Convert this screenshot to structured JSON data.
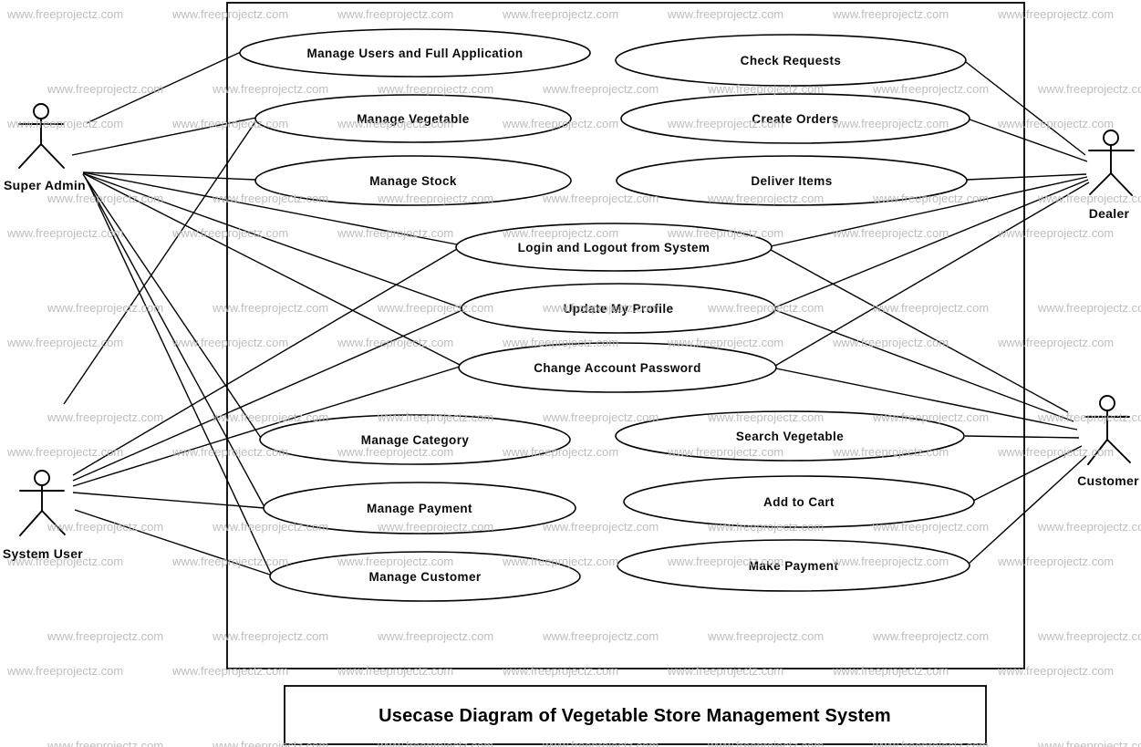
{
  "diagram_title": "Usecase Diagram of Vegetable Store Management System",
  "watermark": {
    "text": "www.freeprojectz.com",
    "color": "#b9b9b9"
  },
  "colors": {
    "line": "#000000",
    "background": "#ffffff",
    "text": "#0a0a0a"
  },
  "actors": [
    {
      "id": "super-admin",
      "label": "Super Admin"
    },
    {
      "id": "system-user",
      "label": "System User"
    },
    {
      "id": "dealer",
      "label": "Dealer"
    },
    {
      "id": "customer",
      "label": "Customer"
    }
  ],
  "usecases": [
    {
      "id": "manage-users",
      "label": "Manage Users and Full Application"
    },
    {
      "id": "manage-vegetable",
      "label": "Manage Vegetable"
    },
    {
      "id": "manage-stock",
      "label": "Manage Stock"
    },
    {
      "id": "login-logout",
      "label": "Login and Logout from System"
    },
    {
      "id": "update-profile",
      "label": "Update My Profile"
    },
    {
      "id": "change-password",
      "label": "Change Account Password"
    },
    {
      "id": "manage-category",
      "label": "Manage Category"
    },
    {
      "id": "manage-payment",
      "label": "Manage Payment"
    },
    {
      "id": "manage-customer",
      "label": "Manage Customer"
    },
    {
      "id": "check-requests",
      "label": "Check Requests"
    },
    {
      "id": "create-orders",
      "label": "Create Orders"
    },
    {
      "id": "deliver-items",
      "label": "Deliver Items"
    },
    {
      "id": "search-vegetable",
      "label": "Search Vegetable"
    },
    {
      "id": "add-to-cart",
      "label": "Add to Cart"
    },
    {
      "id": "make-payment",
      "label": "Make Payment"
    }
  ],
  "connections": [
    {
      "from": "Super Admin",
      "to": "Manage Users and Full Application"
    },
    {
      "from": "Super Admin",
      "to": "Manage Vegetable"
    },
    {
      "from": "Super Admin",
      "to": "Manage Stock"
    },
    {
      "from": "Super Admin",
      "to": "Login and Logout from System"
    },
    {
      "from": "Super Admin",
      "to": "Update My Profile"
    },
    {
      "from": "Super Admin",
      "to": "Change Account Password"
    },
    {
      "from": "Super Admin",
      "to": "Manage Category"
    },
    {
      "from": "Super Admin",
      "to": "Manage Payment"
    },
    {
      "from": "Super Admin",
      "to": "Manage Customer"
    },
    {
      "from": "System User",
      "to": "Login and Logout from System"
    },
    {
      "from": "System User",
      "to": "Update My Profile"
    },
    {
      "from": "System User",
      "to": "Change Account Password"
    },
    {
      "from": "System User",
      "to": "Manage Payment"
    },
    {
      "from": "System User",
      "to": "Manage Customer"
    },
    {
      "from": "System User",
      "to": "Manage Vegetable"
    },
    {
      "from": "Dealer",
      "to": "Check Requests"
    },
    {
      "from": "Dealer",
      "to": "Create Orders"
    },
    {
      "from": "Dealer",
      "to": "Deliver Items"
    },
    {
      "from": "Dealer",
      "to": "Login and Logout from System"
    },
    {
      "from": "Dealer",
      "to": "Update My Profile"
    },
    {
      "from": "Dealer",
      "to": "Change Account Password"
    },
    {
      "from": "Customer",
      "to": "Search Vegetable"
    },
    {
      "from": "Customer",
      "to": "Add to Cart"
    },
    {
      "from": "Customer",
      "to": "Make Payment"
    },
    {
      "from": "Customer",
      "to": "Login and Logout from System"
    },
    {
      "from": "Customer",
      "to": "Update My Profile"
    },
    {
      "from": "Customer",
      "to": "Change Account Password"
    }
  ]
}
